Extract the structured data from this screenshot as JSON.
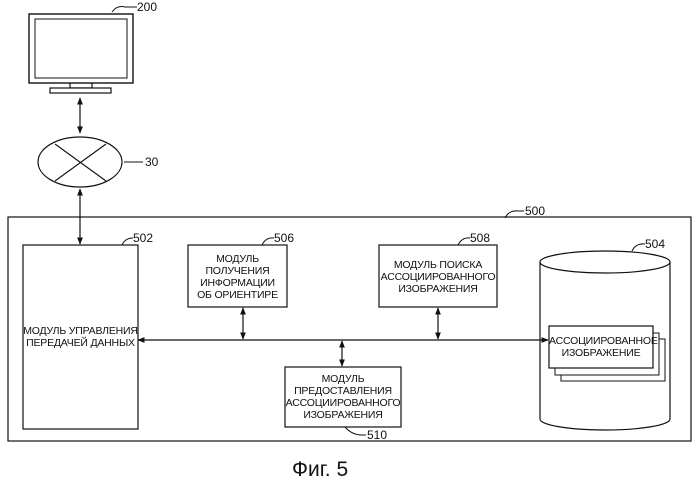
{
  "figure": {
    "caption": "Фиг. 5"
  },
  "refs": {
    "monitor": "200",
    "network": "30",
    "system": "500",
    "transfer": "502",
    "database": "504",
    "landmark": "506",
    "search": "508",
    "provide": "510"
  },
  "modules": {
    "transfer": [
      "МОДУЛЬ УПРАВЛЕНИЯ",
      "ПЕРЕДАЧЕЙ ДАННЫХ"
    ],
    "landmark": [
      "МОДУЛЬ",
      "ПОЛУЧЕНИЯ",
      "ИНФОРМАЦИИ",
      "ОБ ОРИЕНТИРЕ"
    ],
    "search": [
      "МОДУЛЬ ПОИСКА",
      "АССОЦИИРОВАННОГО",
      "ИЗОБРАЖЕНИЯ"
    ],
    "provide": [
      "МОДУЛЬ",
      "ПРЕДОСТАВЛЕНИЯ",
      "АССОЦИИРОВАННОГО",
      "ИЗОБРАЖЕНИЯ"
    ],
    "database_item": [
      "АССОЦИИРОВАННОЕ",
      "ИЗОБРАЖЕНИЕ"
    ]
  }
}
